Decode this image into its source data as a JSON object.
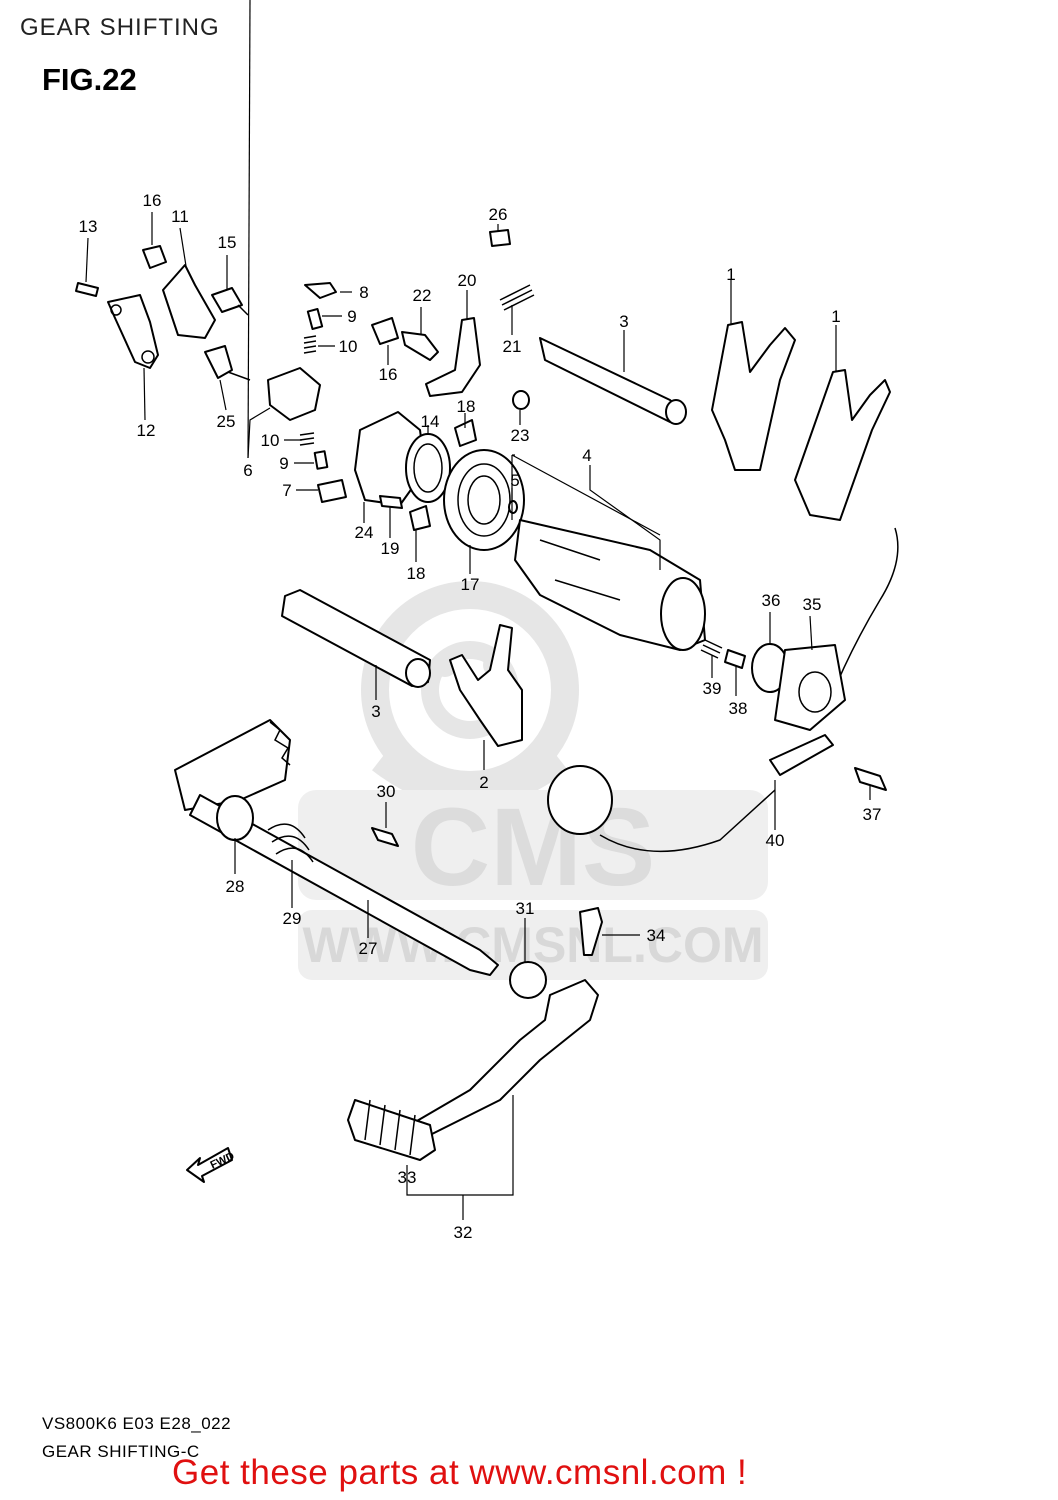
{
  "header": {
    "section_title": "GEAR SHIFTING",
    "figure_label": "FIG.22"
  },
  "footer": {
    "model_code": "VS800K6 E03 E28_022",
    "drawing_title": "GEAR SHIFTING-C",
    "promo": "Get these parts at www.cmsnl.com !"
  },
  "watermark": {
    "brand": "CMS",
    "url": "WWW.CMSNL.COM"
  },
  "direction_marker": "FWD",
  "callouts": [
    "1",
    "1",
    "2",
    "3",
    "3",
    "4",
    "5",
    "6",
    "7",
    "8",
    "9",
    "9",
    "10",
    "10",
    "11",
    "12",
    "13",
    "14",
    "15",
    "16",
    "16",
    "17",
    "18",
    "18",
    "19",
    "20",
    "21",
    "22",
    "23",
    "24",
    "25",
    "26",
    "27",
    "28",
    "29",
    "30",
    "31",
    "32",
    "33",
    "34",
    "35",
    "36",
    "37",
    "38",
    "39",
    "40"
  ],
  "colors": {
    "promo": "#e01010",
    "watermark": "#e6e6e6",
    "line_art": "#000000"
  }
}
